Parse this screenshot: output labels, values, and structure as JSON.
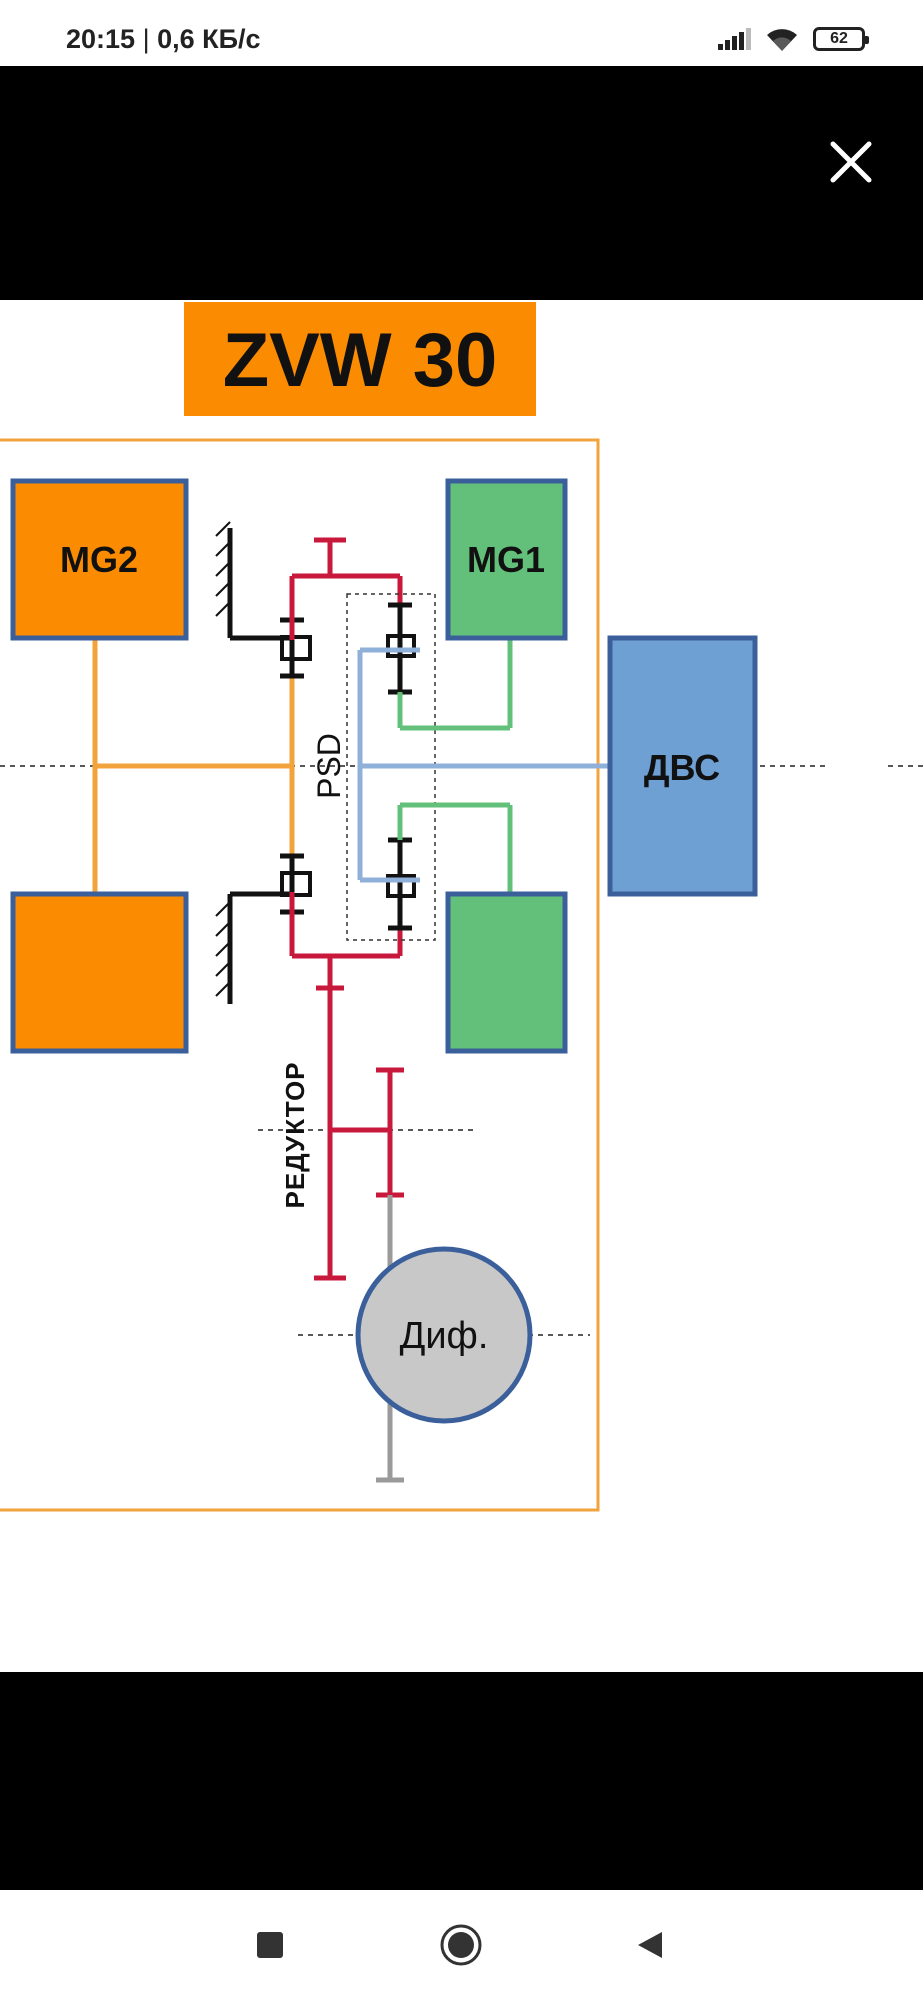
{
  "status_bar": {
    "time": "20:15",
    "separator": "|",
    "speed": "0,6 КБ/с",
    "battery_level": "62"
  },
  "viewer": {
    "close_icon": "close-icon"
  },
  "diagram": {
    "title": "ZVW 30",
    "blocks": {
      "mg2": "MG2",
      "mg1": "MG1",
      "ice": "ДВС",
      "psd": "PSD",
      "reducer": "РЕДУКТОР",
      "differential": "Диф."
    },
    "colors": {
      "orange": "#fb8b00",
      "green": "#63c07a",
      "blue": "#6fa0d3",
      "red": "#c8193c",
      "border_blue": "#3a5f9a",
      "gray": "#9a9a9a"
    }
  },
  "nav_bar": {
    "icons": [
      "square-icon",
      "circle-icon",
      "back-triangle-icon"
    ]
  }
}
